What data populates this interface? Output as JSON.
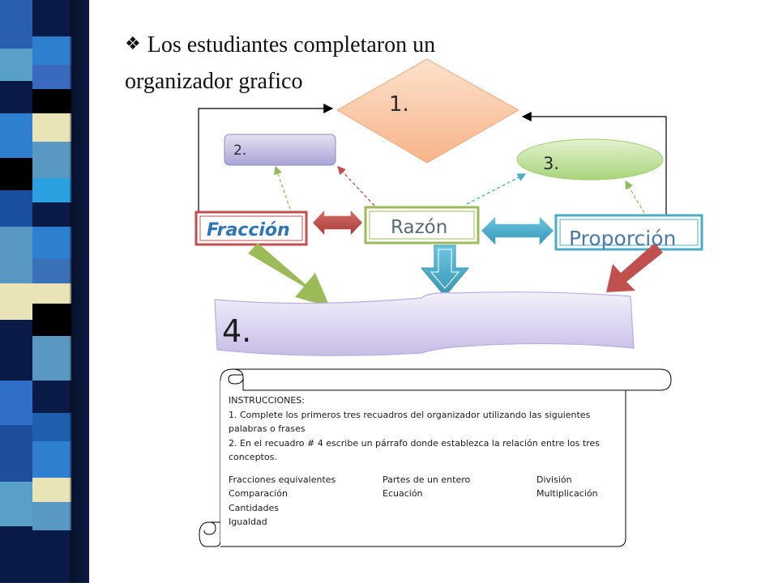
{
  "slide": {
    "heading_bullet": "❖",
    "heading_text": "Los estudiantes completaron un organizador grafico"
  },
  "diagram": {
    "box1": "1.",
    "box2": "2.",
    "box3": "3.",
    "box4": "4.",
    "fraccion": "Fracción",
    "razon": "Razón",
    "proporcion": "Proporción"
  },
  "instructions": {
    "title": "INSTRUCCIONES:",
    "step1": "1. Complete  los primeros tres recuadros del organizador utilizando las siguientes palabras  o frases",
    "step2": "2. En el recuadro # 4 escribe un párrafo donde establezca la relación entre los tres conceptos.",
    "word_columns": [
      [
        "Fracciones equivalentes",
        "Comparación",
        "Cantidades",
        "Igualdad"
      ],
      [
        "Partes de un entero",
        "Ecuación"
      ],
      [
        "División",
        "Multiplicación"
      ]
    ]
  },
  "colors": {
    "fraccion": "#c0504d",
    "razon": "#9bbb59",
    "proporcion": "#4bacc6",
    "diamond": "#fbd3b4",
    "box2": "#c9c6e6",
    "ellipse": "#c8e6a6",
    "box4": "#d7d0ee"
  }
}
